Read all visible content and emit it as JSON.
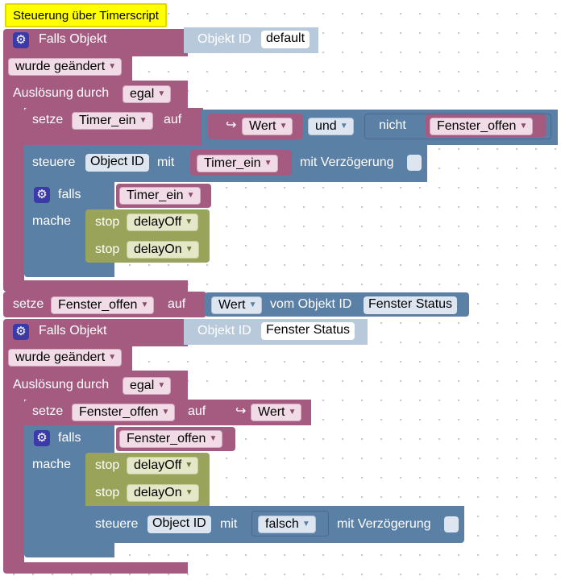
{
  "comment": "Steuerung über Timerscript",
  "block1": {
    "falls_objekt": "Falls Objekt",
    "objekt_id_label": "Objekt ID",
    "objekt_id_value": "default",
    "trigger": "wurde geändert",
    "ausloesung": "Auslösung durch",
    "ausloesung_value": "egal",
    "setze": "setze",
    "setze_var": "Timer_ein",
    "auf": "auf",
    "wert": "Wert",
    "und": "und",
    "nicht": "nicht",
    "fenster_var": "Fenster_offen",
    "steuere": "steuere",
    "object_id": "Object ID",
    "mit": "mit",
    "steuere_value": "Timer_ein",
    "mit_verzoegerung": "mit Verzögerung",
    "falls": "falls",
    "falls_var": "Timer_ein",
    "mache": "mache",
    "stop": "stop",
    "delay_off": "delayOff",
    "delay_on": "delayOn"
  },
  "setze_global": {
    "setze": "setze",
    "var": "Fenster_offen",
    "auf": "auf",
    "wert": "Wert",
    "vom_objekt": "vom Objekt ID",
    "objekt_value": "Fenster Status"
  },
  "block2": {
    "falls_objekt": "Falls Objekt",
    "objekt_id_label": "Objekt ID",
    "objekt_id_value": "Fenster Status",
    "trigger": "wurde geändert",
    "ausloesung": "Auslösung durch",
    "ausloesung_value": "egal",
    "setze": "setze",
    "setze_var": "Fenster_offen",
    "auf": "auf",
    "wert": "Wert",
    "falls": "falls",
    "falls_var": "Fenster_offen",
    "mache": "mache",
    "stop": "stop",
    "delay_off": "delayOff",
    "delay_on": "delayOn",
    "steuere": "steuere",
    "object_id": "Object ID",
    "mit": "mit",
    "steuere_value": "falsch",
    "mit_verzoegerung": "mit Verzögerung"
  },
  "icons": {
    "gear": "gear-icon",
    "arrow": "return-arrow-icon",
    "dropdown": "triangle-down-icon"
  },
  "colors": {
    "event": "#a55b80",
    "logic": "#5b80a5",
    "timer": "#9aa35a",
    "comment": "#ffff00"
  }
}
